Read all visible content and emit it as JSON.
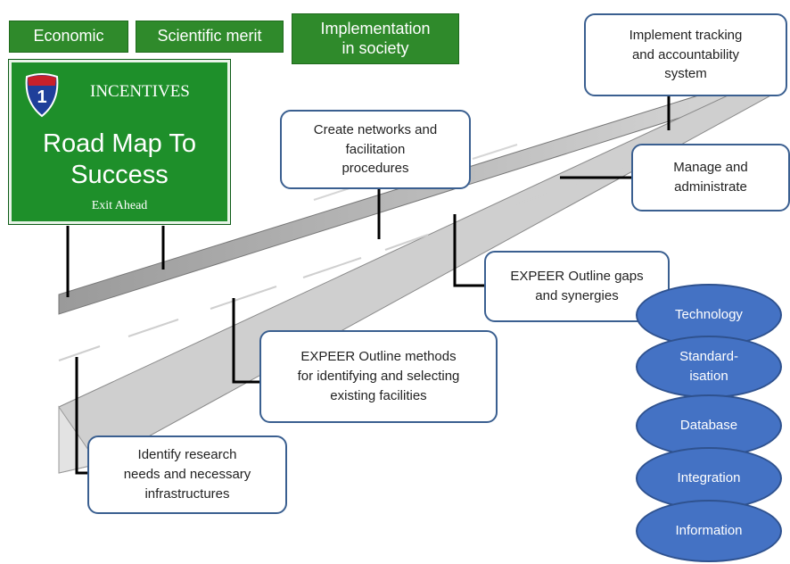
{
  "categories": [
    "Economic",
    "Scientific merit",
    "Implementation\nin society"
  ],
  "sign": {
    "shield_text": "1",
    "top_text": "INCENTIVES",
    "main_text": "Road Map To\nSuccess",
    "exit_text": "Exit Ahead"
  },
  "steps": [
    "Implement tracking\nand accountability\nsystem",
    "Create networks and\nfacilitation\nprocedures",
    "Manage and\nadministrate",
    "EXPEER Outline gaps\nand synergies",
    "EXPEER Outline methods\nfor identifying and selecting\nexisting facilities",
    "Identify research\nneeds and necessary\ninfrastructures"
  ],
  "topics": [
    "Technology",
    "Standard-\nisation",
    "Database",
    "Integration",
    "Information"
  ],
  "colors": {
    "sign_green": "#1e8f2a",
    "tag_green": "#2f8a2b",
    "oval_blue": "#4472c4",
    "box_border": "#3a5f90",
    "road_gray": "#bdbdbd"
  }
}
